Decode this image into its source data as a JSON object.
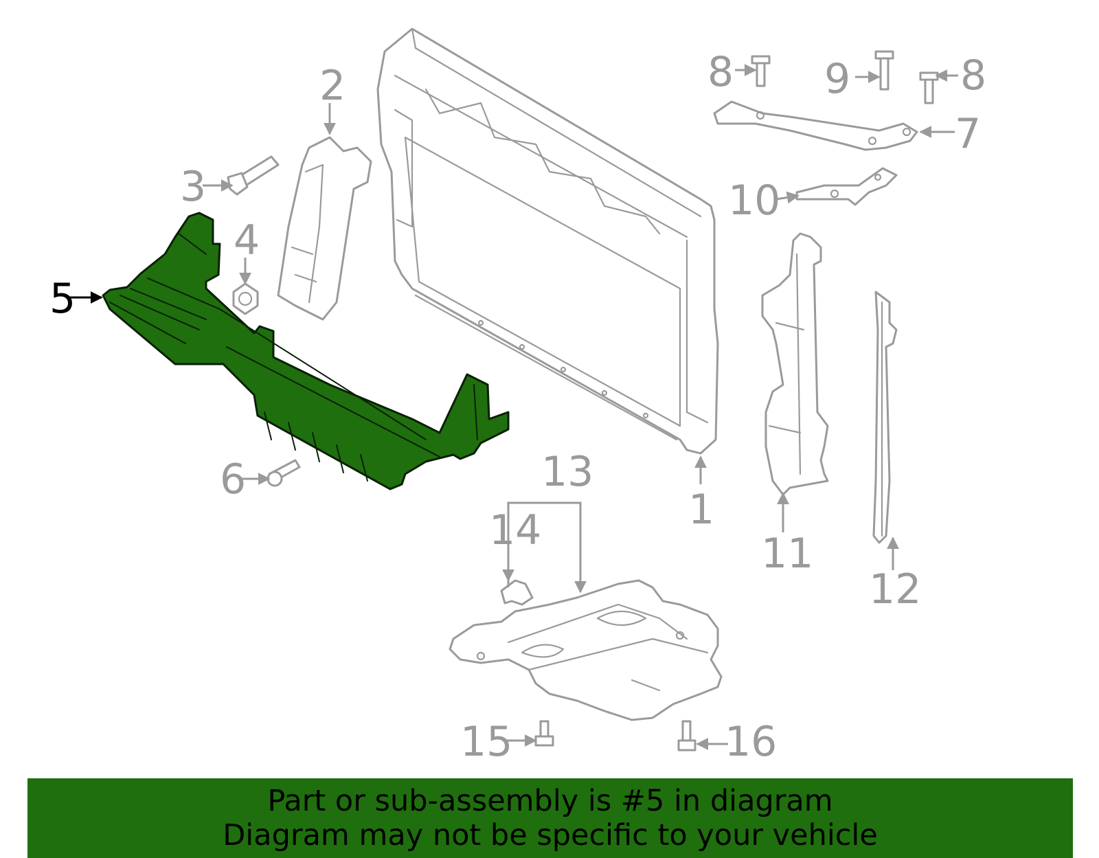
{
  "highlighted_part": "5",
  "callouts": [
    "1",
    "2",
    "3",
    "4",
    "5",
    "6",
    "7",
    "8",
    "8",
    "9",
    "10",
    "11",
    "12",
    "13",
    "14",
    "15",
    "16"
  ],
  "banner": {
    "line1": "Part or sub-assembly is #5 in diagram",
    "line2": "Diagram may not be specific to your vehicle",
    "color": "#1f6f0e"
  },
  "colors": {
    "highlight": "#1f6f0e",
    "outline": "#9a9a9a"
  }
}
